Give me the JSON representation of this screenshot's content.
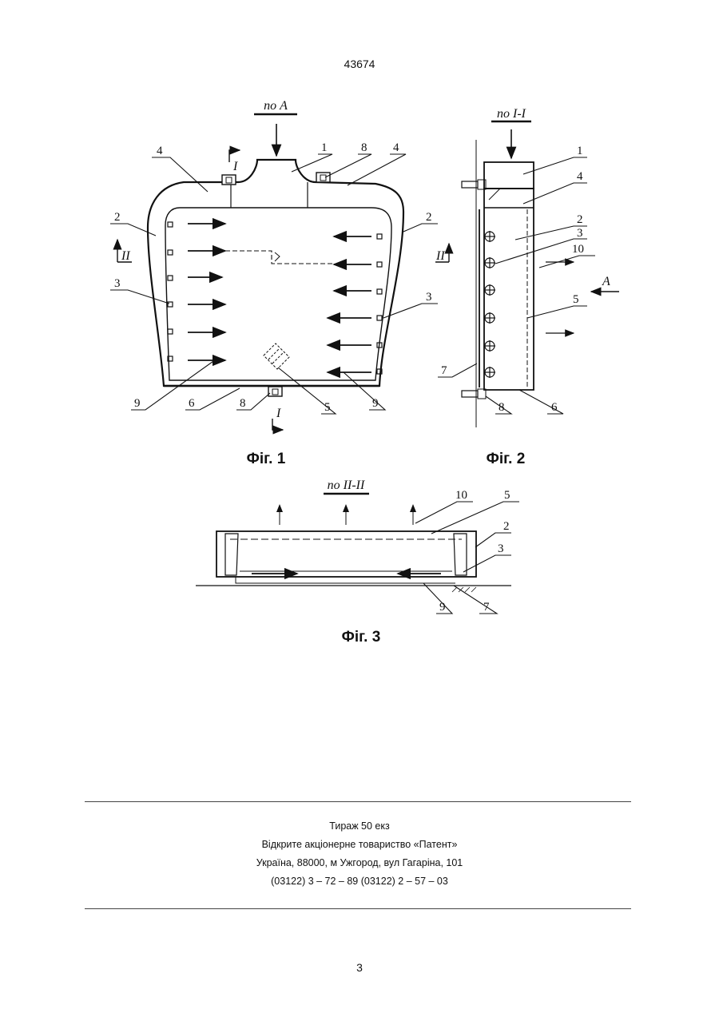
{
  "header": {
    "document_number": "43674"
  },
  "figures": {
    "fig1": {
      "caption": "Фіг. 1",
      "view_label": "по А",
      "section_marks": [
        "I",
        "I",
        "II"
      ],
      "callouts": [
        "4",
        "1",
        "8",
        "4",
        "2",
        "2",
        "3",
        "3",
        "9",
        "6",
        "8",
        "5",
        "9"
      ]
    },
    "fig2": {
      "caption": "Фіг. 2",
      "view_label": "по І-І",
      "section_marks": [
        "II",
        "A"
      ],
      "callouts": [
        "1",
        "4",
        "2",
        "3",
        "10",
        "5",
        "7",
        "8",
        "6"
      ]
    },
    "fig3": {
      "caption": "Фіг. 3",
      "view_label": "по ІІ-ІІ",
      "callouts": [
        "10",
        "5",
        "2",
        "3",
        "9",
        "7"
      ]
    }
  },
  "imprint": {
    "lines": [
      "Тираж 50 екз",
      "Відкрите акціонерне товариство «Патент»",
      "Україна, 88000, м  Ужгород, вул  Гагаріна, 101",
      "(03122) 3 – 72 – 89  (03122) 2 – 57 – 03"
    ]
  },
  "footer": {
    "page_number": "3"
  }
}
